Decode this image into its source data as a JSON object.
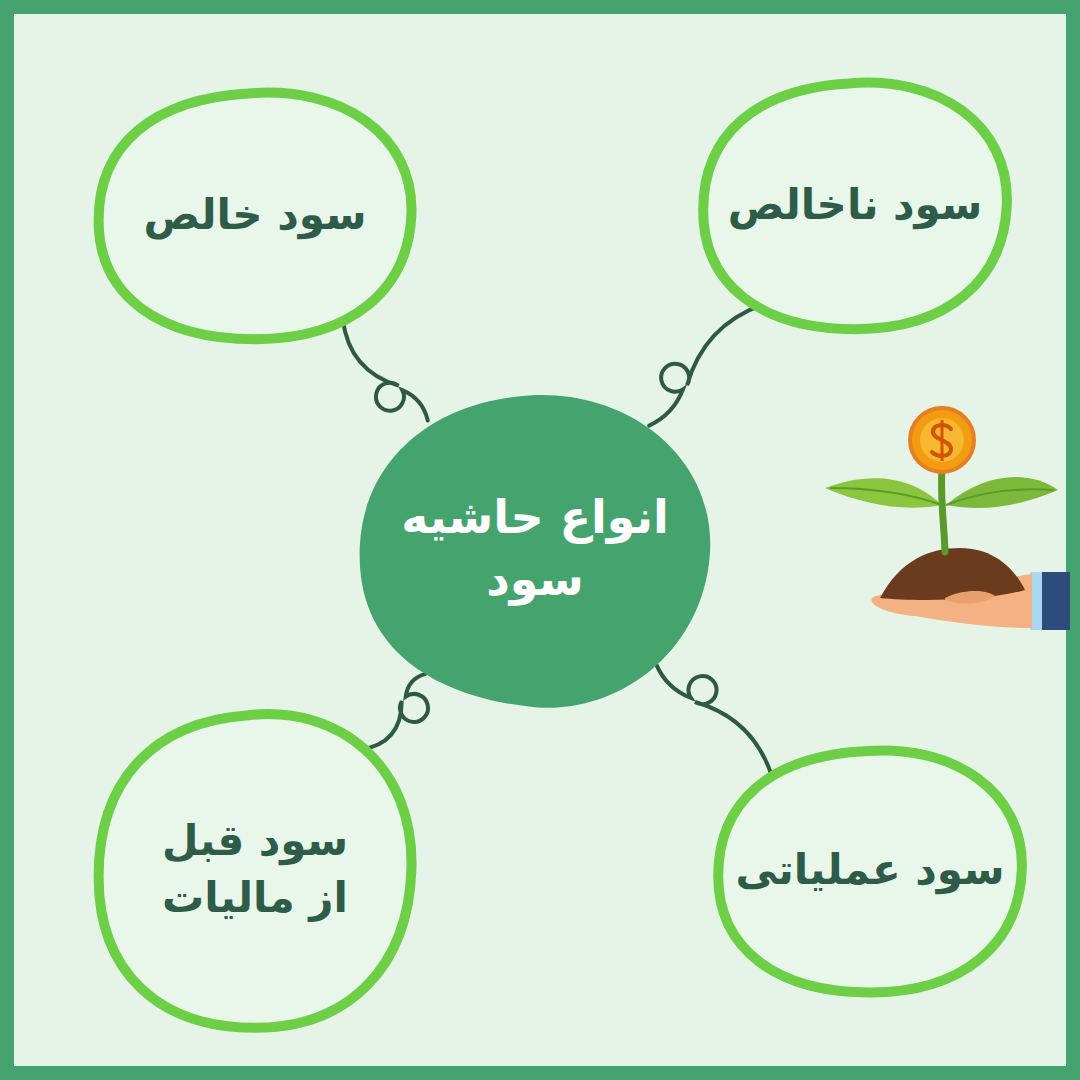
{
  "diagram": {
    "nodes": [
      {
        "text": [
          "انواع حاشیه سود"
        ]
      },
      {
        "text": [
          "سود ناخالص"
        ]
      },
      {
        "text": [
          "سود خالص"
        ]
      },
      {
        "text": [
          "سود عملیاتی"
        ]
      },
      {
        "text": [
          "سود قبل از مالیات"
        ]
      }
    ],
    "edges": [
      {
        "from": 0,
        "to": 1,
        "arrow": "none"
      },
      {
        "from": 0,
        "to": 2,
        "arrow": "none"
      },
      {
        "from": 0,
        "to": 3,
        "arrow": "none"
      },
      {
        "from": 0,
        "to": 4,
        "arrow": "none"
      }
    ]
  }
}
